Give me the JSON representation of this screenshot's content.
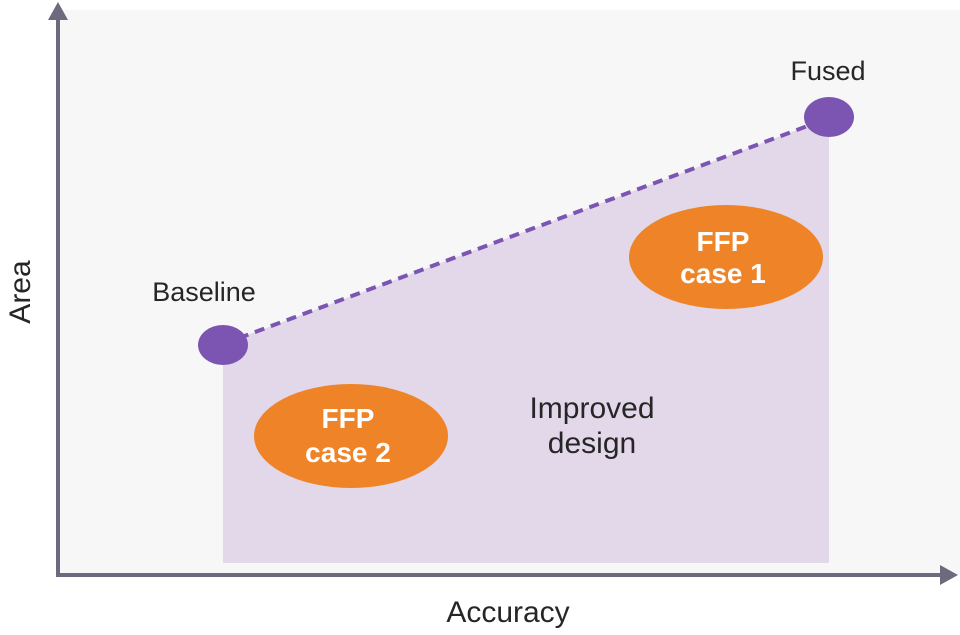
{
  "axes": {
    "x_label": "Accuracy",
    "y_label": "Area"
  },
  "points": {
    "baseline_label": "Baseline",
    "fused_label": "Fused"
  },
  "region": {
    "label_line1": "Improved",
    "label_line2": "design"
  },
  "cases": {
    "case1_line1": "FFP",
    "case1_line2": "case 1",
    "case2_line1": "FFP",
    "case2_line2": "case 2"
  },
  "colors": {
    "background": "#f7f7f7",
    "axis": "#6b6b7d",
    "region_fill": "#e2d8ea",
    "point_fill": "#7c54b2",
    "dashed_line": "#7c54b2",
    "ellipse_fill": "#ee8427",
    "ellipse_text": "#ffffff",
    "text": "#262626"
  }
}
